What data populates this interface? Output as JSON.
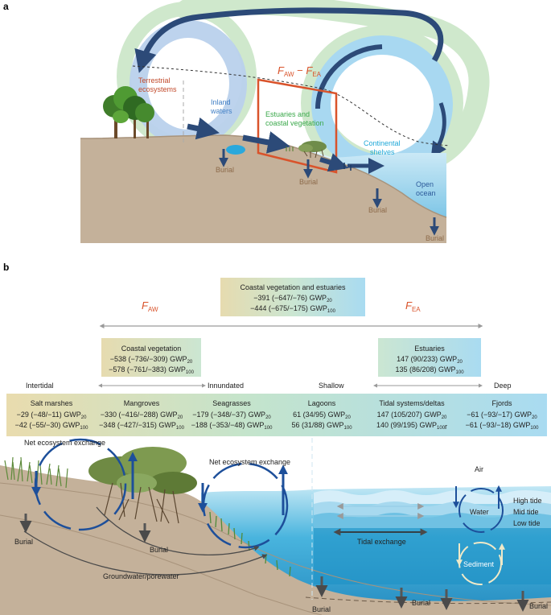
{
  "panel_a": {
    "label": "a",
    "eq_F": "F",
    "eq_aw": "AW",
    "eq_minus": " − ",
    "eq_ea": "EA",
    "terrestrial_1": "Terrestrial",
    "terrestrial_2": "ecosystems",
    "inland_1": "Inland",
    "inland_2": "waters",
    "estuaries_1": "Estuaries and",
    "estuaries_2": "coastal vegetation",
    "continental_1": "Continental",
    "continental_2": "shelves",
    "open_1": "Open",
    "open_2": "ocean",
    "burial": "Burial"
  },
  "panel_b": {
    "label": "b",
    "F_aw_F": "F",
    "F_aw_sub": "AW",
    "F_ea_F": "F",
    "F_ea_sub": "EA",
    "gwp": "GWP",
    "sub20": "20",
    "sub100": "100",
    "top": {
      "title": "Coastal vegetation and estuaries",
      "v20": "−391 (−647/−76)",
      "v100": "−444 (−675/−175)"
    },
    "veg": {
      "title": "Coastal vegetation",
      "v20": "−538 (−736/−309)",
      "v100": "−578 (−761/−383)"
    },
    "est": {
      "title": "Estuaries",
      "v20": "147 (90/233)",
      "v100": "135 (86/208)"
    },
    "zones": {
      "intertidal": "Intertidal",
      "innundated": "Innundated",
      "shallow": "Shallow",
      "deep": "Deep"
    },
    "ecosystems": [
      {
        "title": "Salt marshes",
        "v20": "−29 (−48/−11)",
        "v100": "−42 (−55/−30)",
        "suffix": ""
      },
      {
        "title": "Mangroves",
        "v20": "−330 (−416/−288)",
        "v100": "−348 (−427/−315)",
        "suffix": ""
      },
      {
        "title": "Seagrasses",
        "v20": "−179 (−348/−37)",
        "v100": "−188 (−353/−48)",
        "suffix": ""
      },
      {
        "title": "Lagoons",
        "v20": "61 (34/95)",
        "v100": "56 (31/88)",
        "suffix": ""
      },
      {
        "title": "Tidal systems/deltas",
        "v20": "147 (105/207)",
        "v100": "140 (99/195)",
        "suffix": "r"
      },
      {
        "title": "Fjords",
        "v20": "−61 (−93/−17)",
        "v100": "−61 (−93/−18)",
        "suffix": ""
      }
    ],
    "scene": {
      "nee_left": "Net ecosystem exchange",
      "nee_right": "Net ecosystem exchange",
      "air": "Air",
      "high_tide": "High tide",
      "mid_tide": "Mid tide",
      "low_tide": "Low tide",
      "water": "Water",
      "sediment": "Sediment",
      "tidal_exchange": "Tidal exchange",
      "groundwater": "Groundwater/porewater",
      "burial": "Burial"
    }
  },
  "colors": {
    "dark_arrow": "#2c4a78",
    "orange": "#d9532b",
    "green_label": "#3aa84a",
    "inland_blue": "#3f7ec4",
    "cyan_label": "#1fa8d8",
    "brown": "#8c6a4a",
    "sediment": "#c4b19a",
    "ocean": "#3aa6d4"
  }
}
